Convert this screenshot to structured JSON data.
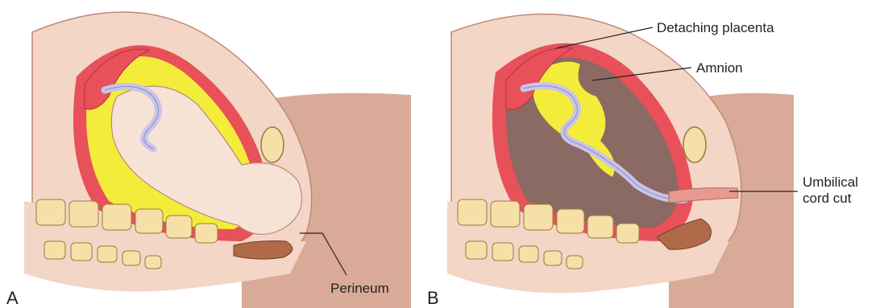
{
  "panels": [
    {
      "letter": "A",
      "labels": {
        "perineum": "Perineum"
      }
    },
    {
      "letter": "B",
      "labels": {
        "detaching_placenta": "Detaching placenta",
        "amnion": "Amnion",
        "umbilical_line1": "Umbilical",
        "umbilical_line2": "cord cut"
      }
    }
  ],
  "colors": {
    "skin": "#f3d6c6",
    "skin_dark": "#d9aa98",
    "uterus_wall": "#e8505a",
    "amniotic_fluid": "#f4ec3a",
    "amnion_cavity": "#8a6a63",
    "bone": "#f6e0a8",
    "cord": "#c8c4ea",
    "cut_cord": "#e89a90",
    "rectum": "#b06a48"
  }
}
